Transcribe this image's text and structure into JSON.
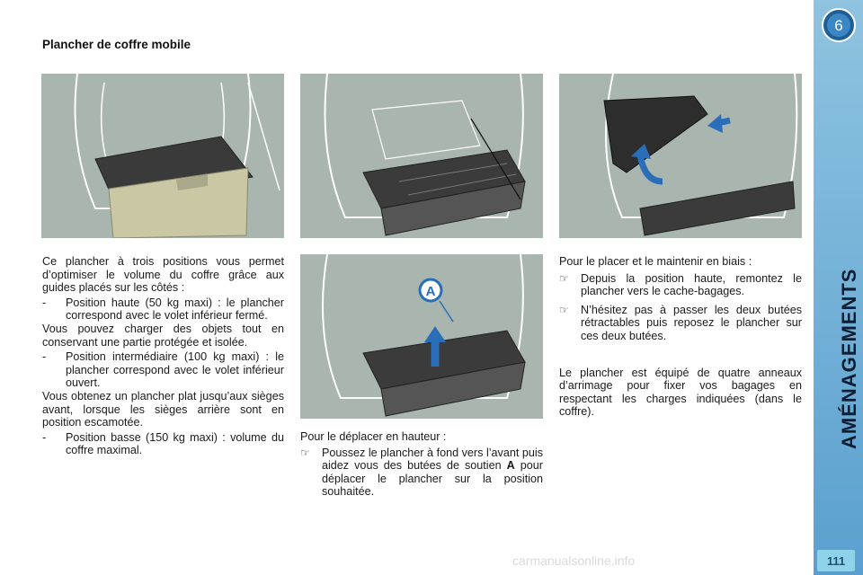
{
  "title": "Plancher de coffre mobile",
  "sidebar": {
    "chapter_number": "6",
    "section_title": "AMÉNAGEMENTS",
    "page_number": "111"
  },
  "figures": {
    "label_a": "A"
  },
  "col1": {
    "intro": "Ce plancher à trois positions vous permet d’optimiser le volume du coffre grâce aux guides placés sur les côtés :",
    "items": [
      {
        "marker": "-",
        "text": "Position haute (50 kg maxi) : le plancher correspond avec le volet inférieur fermé.",
        "sub": "Vous pouvez charger des objets tout en conservant une partie protégée et isolée."
      },
      {
        "marker": "-",
        "text": "Position intermédiaire (100 kg maxi) : le plancher correspond avec le volet inférieur ouvert.",
        "sub": "Vous obtenez un plancher plat jusqu’aux sièges avant, lorsque les sièges arrière sont en position escamotée."
      },
      {
        "marker": "-",
        "text": "Position basse (150 kg maxi) : volume du coffre maximal."
      }
    ]
  },
  "col2": {
    "intro": "Pour le déplacer en hauteur :",
    "bullet_pre": "Poussez le plancher à fond vers l’avant puis aidez vous des butées de soutien ",
    "bullet_bold": "A",
    "bullet_post": " pour déplacer le plancher sur la position souhaitée."
  },
  "col3": {
    "intro": "Pour le placer et le maintenir en biais :",
    "bullets": [
      "Depuis la position haute, remontez le plancher vers le cache-bagages.",
      "N’hésitez pas à passer les deux butées rétractables puis reposez le plancher sur ces deux butées."
    ],
    "para": "Le plancher est équipé de quatre anneaux d’arrimage pour fixer vos bagages en respectant les charges indiquées (dans le coffre)."
  },
  "watermark": "carmanualsonline.info",
  "colors": {
    "sidebar": "#6aaad6",
    "illustration_bg": "#a9b6b0",
    "arrow": "#2a6db8"
  },
  "icons": {
    "bullet": "hand-pointer-icon"
  }
}
